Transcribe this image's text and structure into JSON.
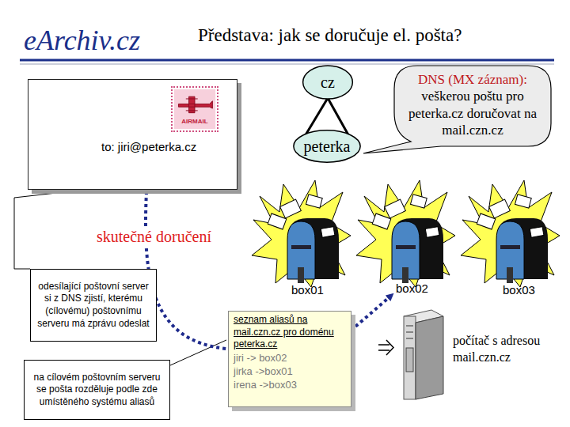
{
  "diagram": {
    "title": "Představa: jak se doručuje el. pošta?",
    "nodes": [
      {
        "text": [
          "to: jiri@peterka.cz"
        ]
      },
      {
        "text": [
          "AIRMAIL"
        ],
        "in": 0
      },
      {
        "text": [
          "cz"
        ]
      },
      {
        "text": [
          "peterka"
        ]
      },
      {
        "text": [
          "DNS (MX záznam):",
          "veškerou poštu pro peterka.cz doručovat na mail.czn.cz"
        ]
      },
      {
        "text": [
          "odesílající poštovní server si z DNS zjistí, kterému (cílovému) poštovnímu serveru má zprávu odeslat"
        ]
      },
      {
        "text": [
          "na cílovém poštovním serveru se pošta rozděluje podle zde umístěného systému aliasů"
        ]
      },
      {
        "text": [
          "seznam aliasů na mail.czn.cz pro doménu peterka.cz",
          "jiri -> box02",
          "jirka ->box01",
          "irena ->box03"
        ]
      }
    ],
    "edges": [
      {
        "from": 2,
        "to": 3,
        "arrow": "none"
      },
      {
        "from": 0,
        "to": 7,
        "arrow": "none"
      }
    ],
    "labels": [
      "eArchiv.cz",
      "skutečné doručení",
      "box01",
      "box02",
      "box03",
      "počítač s adresou mail.czn.cz"
    ]
  }
}
